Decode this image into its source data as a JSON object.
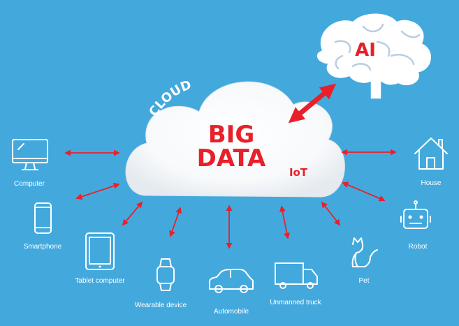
{
  "cloud": {
    "title_line1": "BIG",
    "title_line2": "DATA",
    "tag": "IoT",
    "arc_label": "CLOUD"
  },
  "brain": {
    "label": "AI"
  },
  "devices": [
    {
      "label": "Computer",
      "icon": "computer-icon"
    },
    {
      "label": "Smartphone",
      "icon": "smartphone-icon"
    },
    {
      "label": "Tablet computer",
      "icon": "tablet-icon"
    },
    {
      "label": "Wearable device",
      "icon": "smartwatch-icon"
    },
    {
      "label": "Automobile",
      "icon": "car-icon"
    },
    {
      "label": "Unmanned truck",
      "icon": "truck-icon"
    },
    {
      "label": "Pet",
      "icon": "cat-icon"
    },
    {
      "label": "Robot",
      "icon": "robot-icon"
    },
    {
      "label": "House",
      "icon": "house-icon"
    }
  ],
  "colors": {
    "background": "#43a9dd",
    "accent": "#e8202a",
    "cloud": "#ffffff",
    "icon": "#ffffff"
  }
}
